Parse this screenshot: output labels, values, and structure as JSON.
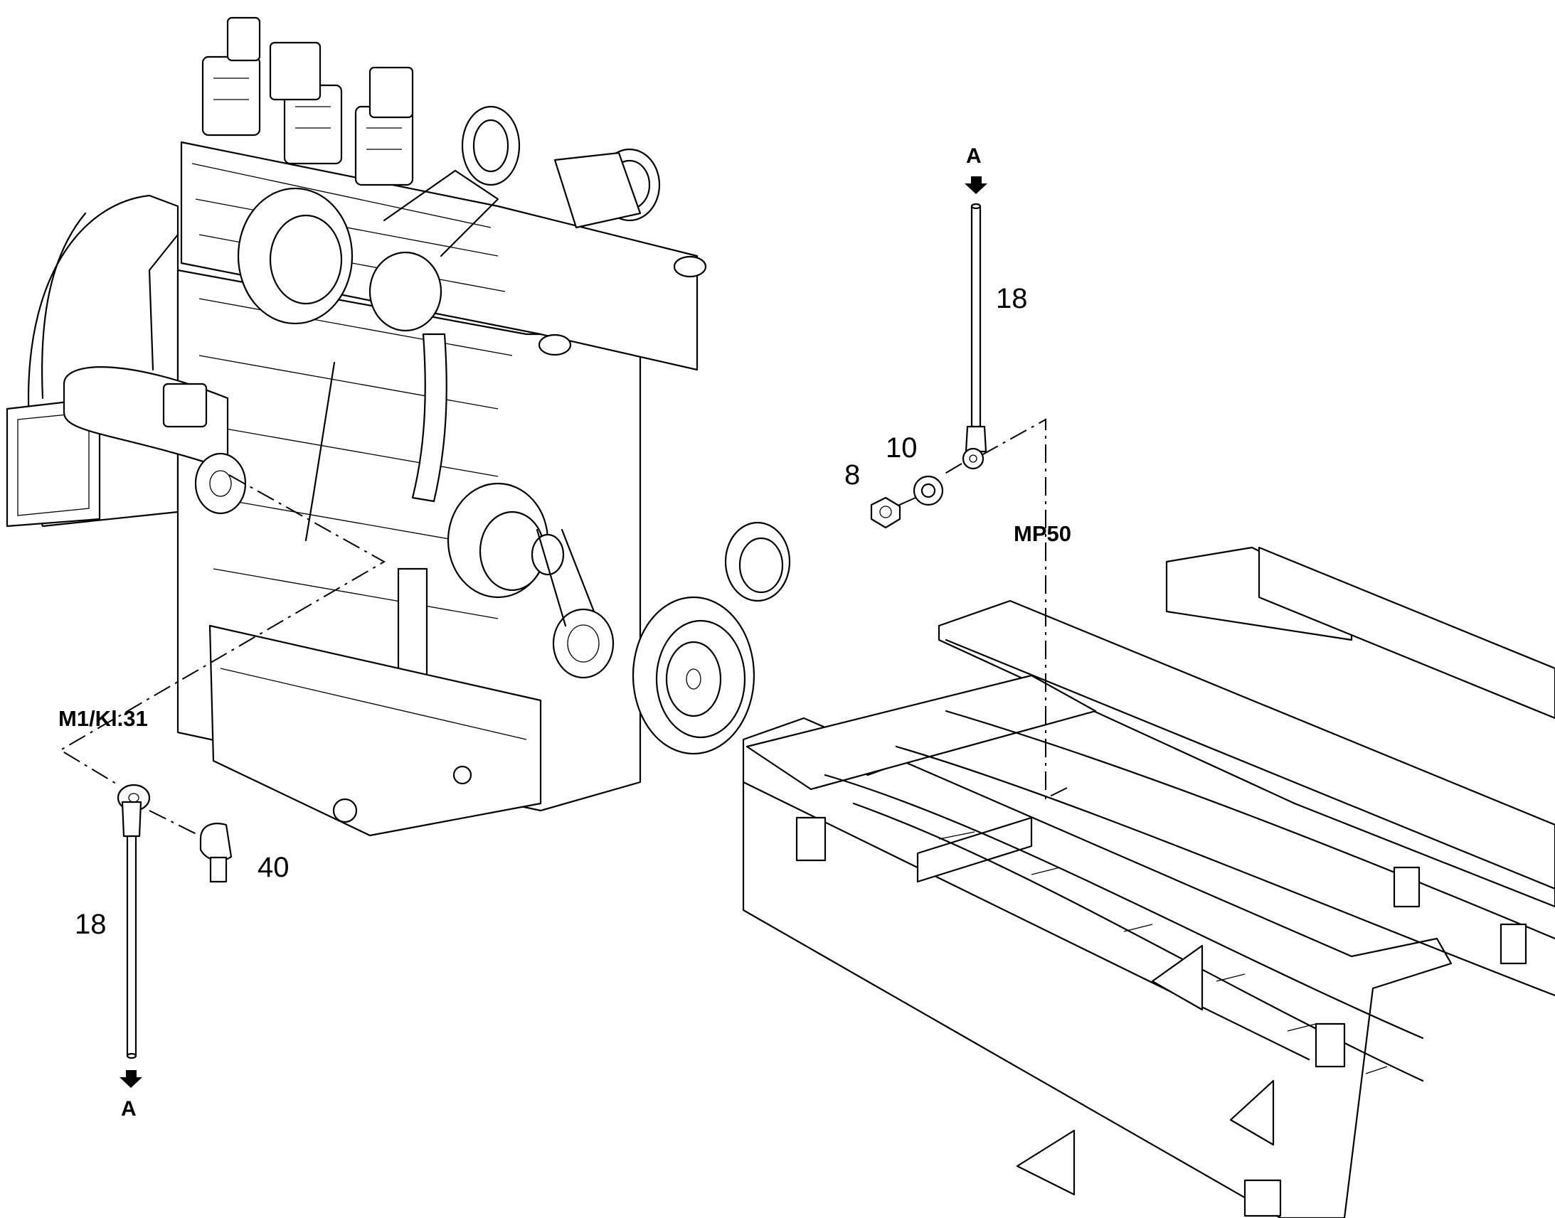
{
  "labels": {
    "top_arrow": "A",
    "top_cable": "18",
    "washer": "10",
    "nut": "8",
    "chassis_point": "MP50",
    "engine_point": "M1/Kl.31",
    "cap": "40",
    "bottom_cable": "18",
    "bottom_arrow": "A"
  },
  "colors": {
    "line": "#000000",
    "background": "#ffffff"
  }
}
